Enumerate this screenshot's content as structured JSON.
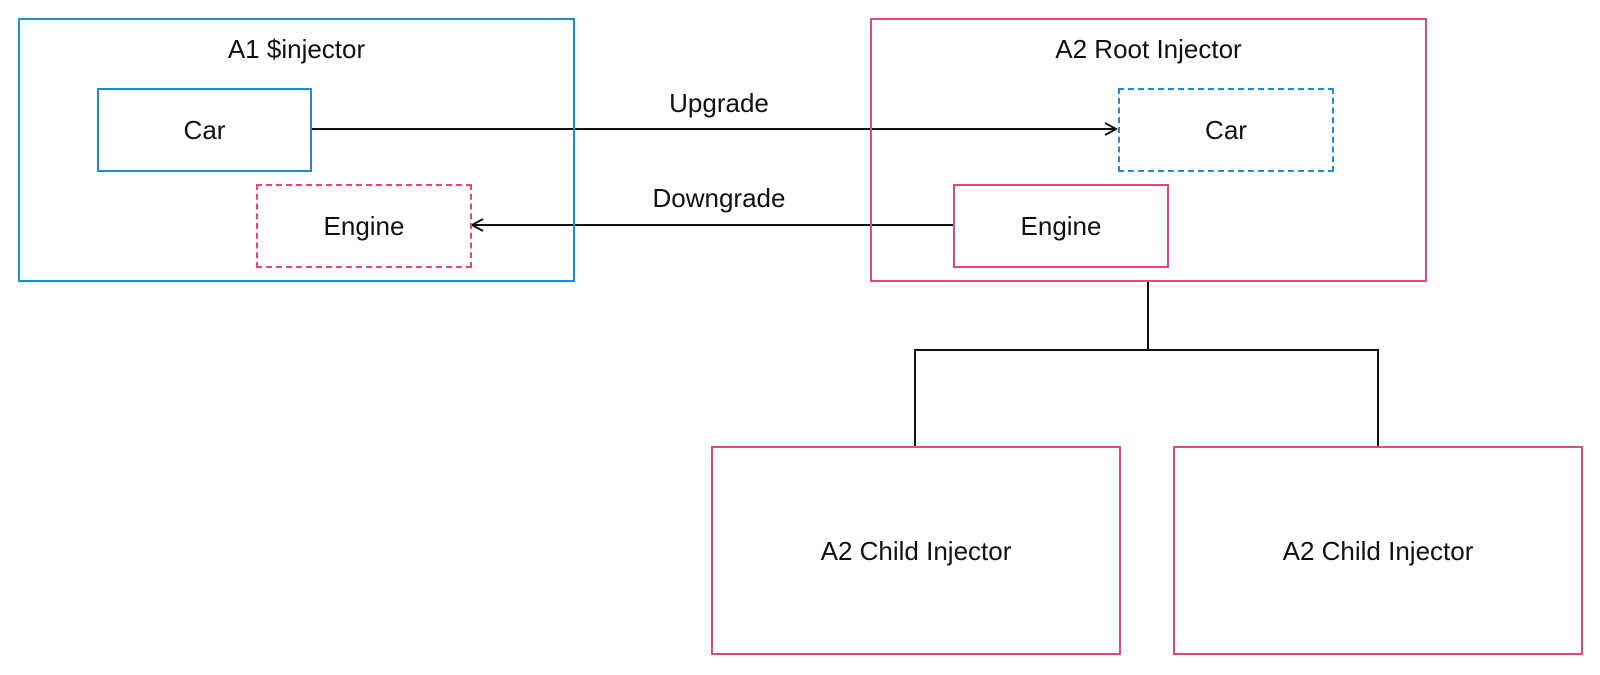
{
  "diagram": {
    "a1_container": {
      "title": "A1 $injector"
    },
    "a1_car": {
      "label": "Car"
    },
    "a1_engine": {
      "label": "Engine"
    },
    "a2_root": {
      "title": "A2 Root Injector"
    },
    "a2_car": {
      "label": "Car"
    },
    "a2_engine": {
      "label": "Engine"
    },
    "child_left": {
      "label": "A2 Child Injector"
    },
    "child_right": {
      "label": "A2 Child Injector"
    },
    "edges": {
      "upgrade": "Upgrade",
      "downgrade": "Downgrade"
    },
    "colors": {
      "a1_blue": "#1f8ad6",
      "a2_pink": "#e0487e",
      "line": "#111111"
    }
  }
}
